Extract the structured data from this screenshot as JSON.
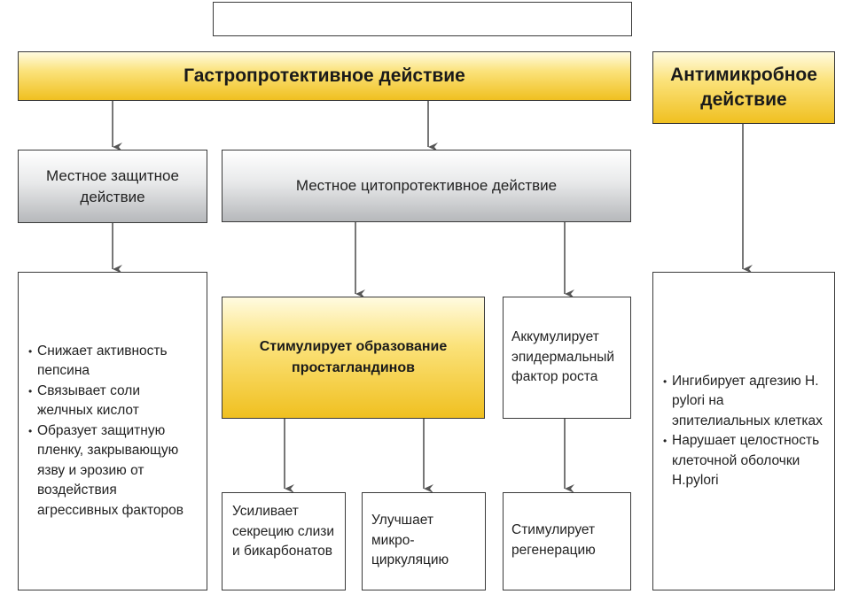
{
  "top_title": "",
  "gastro": {
    "title": "Гастропротективное действие"
  },
  "antimicrobial": {
    "title": "Антимикробное действие"
  },
  "local_protective": {
    "title": "Местное защитное действие"
  },
  "local_cytoprotective": {
    "title": "Местное цитопротективное действие"
  },
  "local_protective_effects": [
    "Снижает активность пепсина",
    "Связывает соли желчных кислот",
    "Образует защитную пленку, закрывающую язву и эрозию от воздействия агрессивных факторов"
  ],
  "prostaglandins": {
    "title": "Стимулирует образование простагландинов"
  },
  "egf": {
    "text": "Аккумулирует эпидермальный фактор роста"
  },
  "mucus": {
    "text": "Усиливает секрецию слизи и бикарбонатов"
  },
  "microcirculation": {
    "text": "Улучшает микро-циркуляцию"
  },
  "regeneration": {
    "text": "Стимулирует регенерацию"
  },
  "antimicrobial_effects": [
    "Ингибирует адгезию H. pylori на эпителиальных клетках",
    "Нарушает целостность клеточной оболочки H.pylori"
  ],
  "colors": {
    "yellow_dark": "#f0c020",
    "yellow_light": "#fffbe0",
    "grey_dark": "#b6b8bb",
    "arrow": "#555555"
  }
}
